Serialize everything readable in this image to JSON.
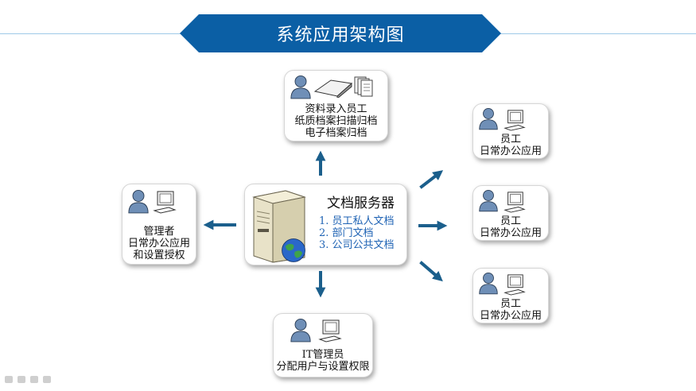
{
  "title": "系统应用架构图",
  "server": {
    "title": "文档服务器",
    "items": [
      "1. 员工私人文档",
      "2. 部门文档",
      "3. 公司公共文档"
    ]
  },
  "nodes": {
    "data_entry": [
      "资料录入员工",
      "纸质档案扫描归档",
      "电子档案归档"
    ],
    "admin": [
      "管理者",
      "日常办公应用",
      "和设置授权"
    ],
    "it_admin": [
      "IT管理员",
      "分配用户与设置权限"
    ],
    "employee_1": [
      "员工",
      "日常办公应用"
    ],
    "employee_2": [
      "员工",
      "日常办公应用"
    ],
    "employee_3": [
      "员工",
      "日常办公应用"
    ]
  },
  "colors": {
    "banner": "#0b5fa5",
    "arrow": "#1b5f8c",
    "accent_text": "#1f63b4"
  }
}
